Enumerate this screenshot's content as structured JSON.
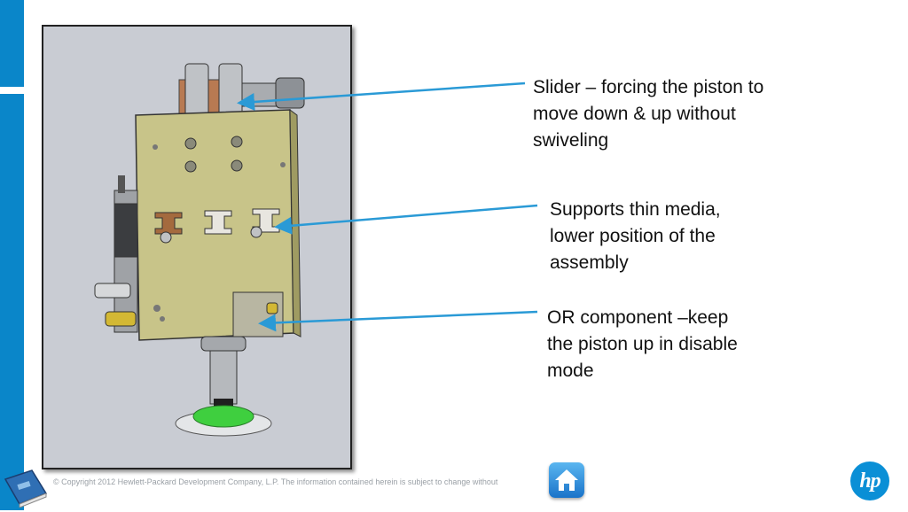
{
  "callouts": [
    {
      "text": "Slider – forcing the piston to\nmove down & up without\nswiveling"
    },
    {
      "text": "Supports thin media,\nlower position of the\nassembly"
    },
    {
      "text": "OR component –keep\nthe piston up in disable\nmode"
    }
  ],
  "footer": {
    "copyright": "© Copyright 2012 Hewlett-Packard Development Company, L.P.  The information contained herein is subject to change without"
  },
  "icons": {
    "book": "book-icon",
    "home": "home-icon",
    "logo": "hp-logo"
  },
  "logo": {
    "text": "hp"
  },
  "colors": {
    "accent": "#0a86c9",
    "arrow": "#2a9ad6",
    "plate": "#c8c489",
    "suction_cup": "#3fcf3f"
  }
}
